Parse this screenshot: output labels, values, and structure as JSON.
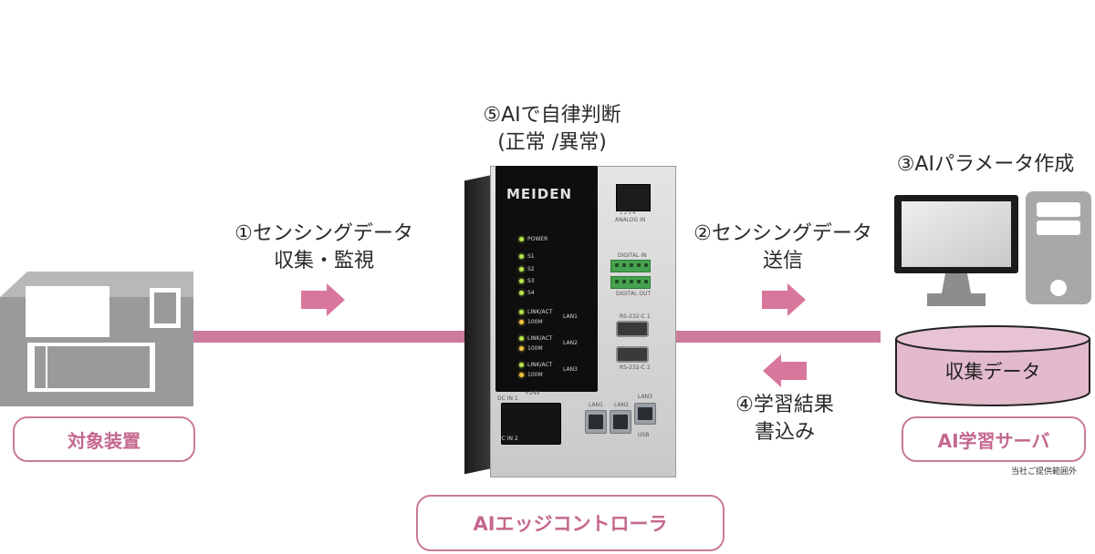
{
  "labels": {
    "step5_line1": "⑤AIで自律判断",
    "step5_line2": "(正常 /異常)",
    "step1_line1": "①センシングデータ",
    "step1_line2": "収集・監視",
    "step2_line1": "②センシングデータ",
    "step2_line2": "送信",
    "step3": "③AIパラメータ作成",
    "step4_line1": "④学習結果",
    "step4_line2": "書込み",
    "collected_data": "収集データ",
    "note": "当社ご提供範囲外"
  },
  "boxes": {
    "target_device": "対象装置",
    "ai_server": "AI学習サーバ",
    "edge_controller": "AIエッジコントローラ"
  },
  "device": {
    "brand": "MEIDEN",
    "leds": [
      "POWER",
      "S1",
      "S2",
      "S3",
      "S4"
    ],
    "lan_link": "LINK/ACT",
    "lan_speed": "100M",
    "lan_names": [
      "LAN1",
      "LAN2",
      "LAN3"
    ],
    "analog_in": "ANALOG IN",
    "analog_pins": "1  2  3  4",
    "digital_in": "DIGITAL IN",
    "digital_out": "DIGITAL OUT",
    "rs232c_1": "RS-232-C 1",
    "rs232c_2": "RS-232-C 2",
    "dc_in_1": "DC IN 1",
    "dc_24v": "+24V",
    "dc_in_2": "DC IN 2",
    "bottom_lan": [
      "LAN1",
      "LAN2",
      "LAN3"
    ],
    "usb": "USB"
  },
  "colors": {
    "accent": "#cc7b9c",
    "arrow": "#d9769c",
    "box_border": "#c97a9c",
    "box_text": "#c4688f",
    "machine_gray": "#9a9a9a"
  }
}
